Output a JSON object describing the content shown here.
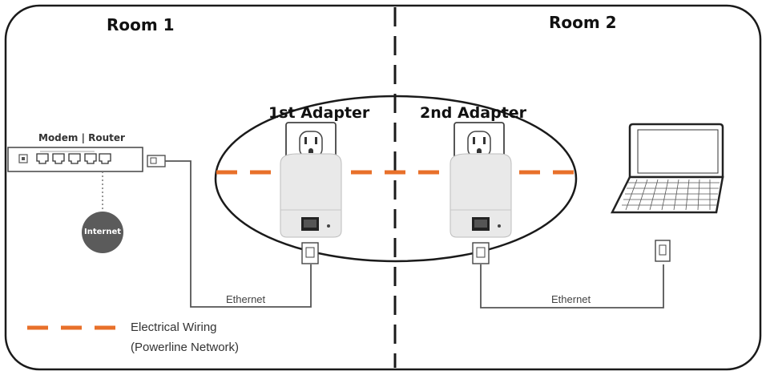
{
  "rooms": {
    "room1": "Room 1",
    "room2": "Room 2"
  },
  "adapters": {
    "first": "1st Adapter",
    "second": "2nd Adapter"
  },
  "modem_router_label": "Modem | Router",
  "internet_label": "Internet",
  "ethernet_left": "Ethernet",
  "ethernet_right": "Ethernet",
  "legend": {
    "line1": "Electrical Wiring",
    "line2": "(Powerline Network)"
  },
  "colors": {
    "electrical_wiring": "#e8702a",
    "outline": "#1a1a1a",
    "cable": "#555555",
    "internet_globe": "#5b5b5b"
  }
}
